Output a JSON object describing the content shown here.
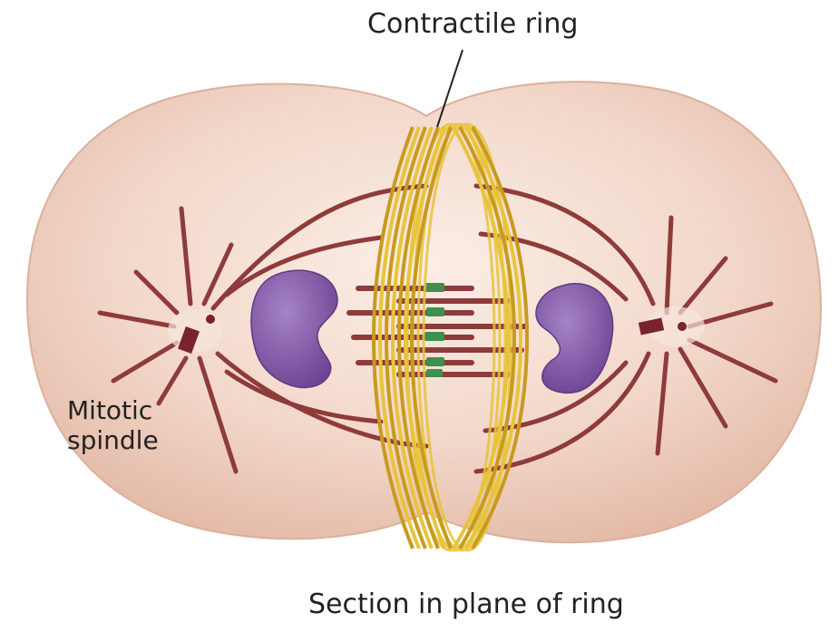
{
  "labels": {
    "contractile_ring": "Contractile ring",
    "mitotic_spindle_line1": "Mitotic",
    "mitotic_spindle_line2": "spindle",
    "section_caption": "Section in plane of ring"
  },
  "colors": {
    "cell_fill": "#f2d7c9",
    "cell_edge": "#e2bba8",
    "nucleus": "#8a5fb0",
    "fiber": "#8e3b3a",
    "ring": "#e8c43a",
    "ring_dark": "#b08a1a",
    "overlap_zone": "#3f8f4f",
    "centrosome": "#7a2230",
    "label_text": "#222222"
  }
}
